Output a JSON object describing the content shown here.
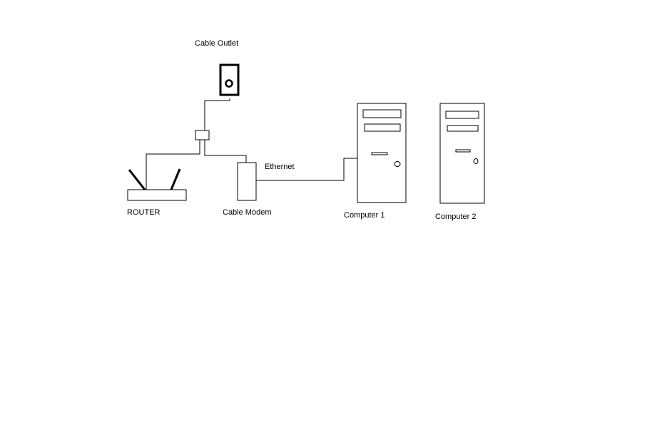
{
  "diagram": {
    "labels": {
      "cable_outlet": "Cable Outlet",
      "router": "ROUTER",
      "cable_modem": "Cable Modem",
      "ethernet": "Ethernet",
      "computer1": "Computer 1",
      "computer2": "Computer 2"
    },
    "colors": {
      "line": "#000000",
      "background": "#ffffff"
    }
  }
}
